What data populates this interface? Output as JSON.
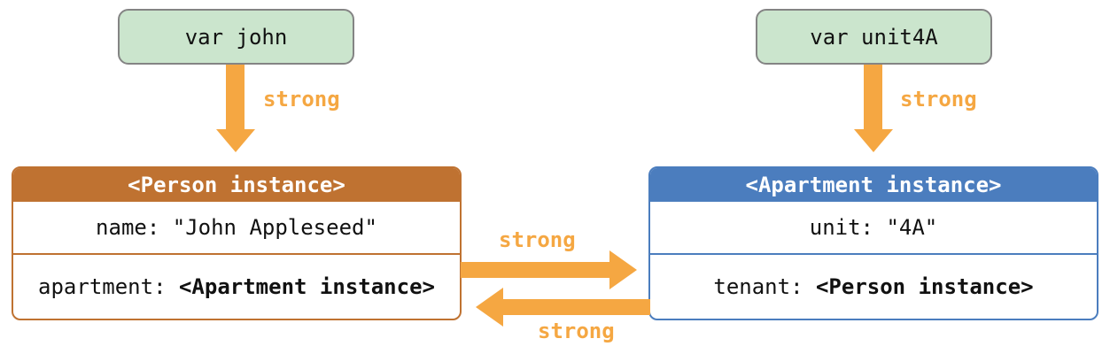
{
  "diagram": {
    "type": "reference-cycle-diagram",
    "colors": {
      "variable_box_fill": "#cbe5cd",
      "variable_box_border": "#848484",
      "person_accent": "#bf7231",
      "apartment_accent": "#4b7dbe",
      "arrow": "#f5a742",
      "text": "#111111",
      "header_text": "#ffffff",
      "background": "#ffffff"
    },
    "variables": {
      "john": {
        "label": "var john"
      },
      "unit4a": {
        "label": "var unit4A"
      }
    },
    "person_box": {
      "title": "<Person instance>",
      "rows": [
        {
          "text": "name: \"John Appleseed\"",
          "ref": ""
        },
        {
          "text": "apartment: ",
          "ref": "<Apartment instance>"
        }
      ]
    },
    "apartment_box": {
      "title": "<Apartment instance>",
      "rows": [
        {
          "text": "unit: \"4A\"",
          "ref": ""
        },
        {
          "text": "tenant: ",
          "ref": "<Person instance>"
        }
      ]
    },
    "references": {
      "john_to_person": {
        "label": "strong"
      },
      "unit4a_to_apartment": {
        "label": "strong"
      },
      "person_to_apartment": {
        "label": "strong"
      },
      "apartment_to_person": {
        "label": "strong"
      }
    }
  }
}
